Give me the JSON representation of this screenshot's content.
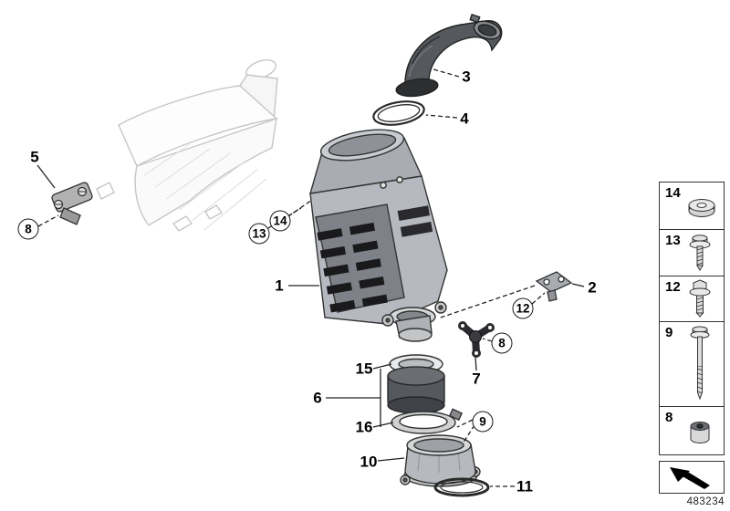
{
  "callouts": {
    "c1": "1",
    "c2": "2",
    "c3": "3",
    "c4": "4",
    "c5": "5",
    "c6": "6",
    "c7": "7",
    "c8a": "8",
    "c8b": "8",
    "c9": "9",
    "c10": "10",
    "c11": "11",
    "c12": "12",
    "c13": "13",
    "c14": "14",
    "c15": "15",
    "c16": "16"
  },
  "legend": {
    "items": [
      {
        "label": "14",
        "icon": "washer-icon"
      },
      {
        "label": "13",
        "icon": "screw-with-washer-icon"
      },
      {
        "label": "12",
        "icon": "flange-bolt-icon"
      },
      {
        "label": "9",
        "icon": "long-screw-icon"
      },
      {
        "label": "8",
        "icon": "plug-bolt-icon"
      }
    ],
    "footer_icon": "direction-arrow-icon",
    "diagram_id": "483234"
  }
}
